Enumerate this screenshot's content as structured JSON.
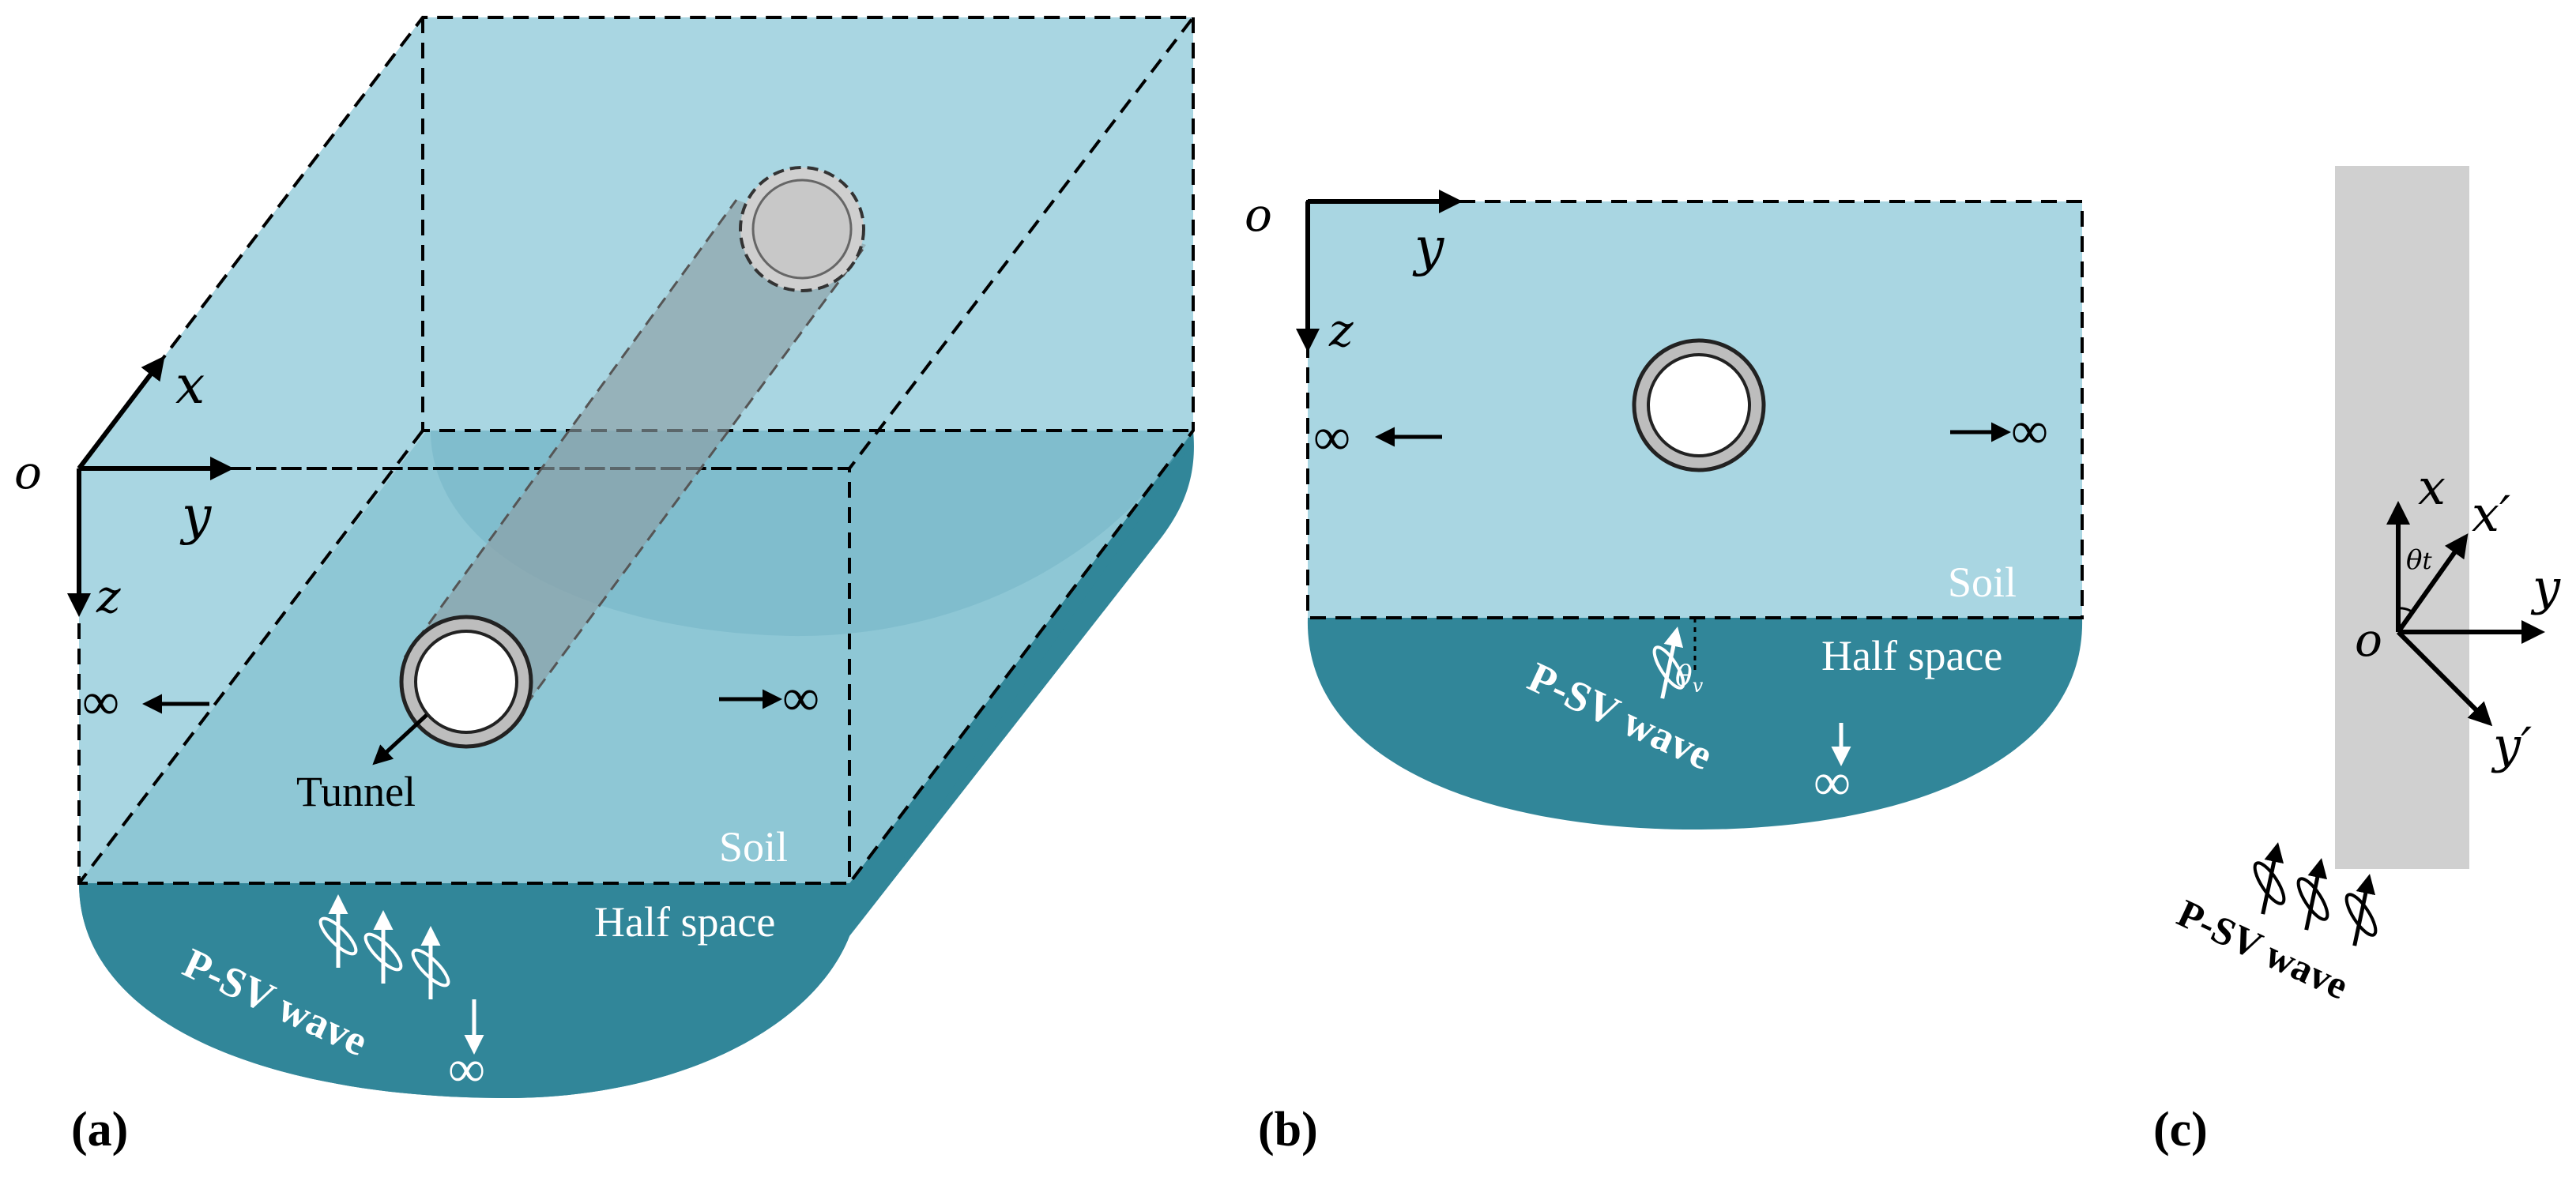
{
  "colors": {
    "soil": "#a9d6e2",
    "soil_dark": "#86c1d0",
    "half_space": "#318699",
    "tunnel_fill": "#c8c8c8",
    "structure": "#d0d0d0",
    "text_white": "#ffffff",
    "text_black": "#000000"
  },
  "panel_a": {
    "label": "(a)",
    "origin": "o",
    "axis_x": "x",
    "axis_y": "y",
    "axis_z": "z",
    "infinity_left": "∞",
    "infinity_right": "∞",
    "infinity_bottom": "∞",
    "tunnel_label": "Tunnel",
    "soil_label": "Soil",
    "half_space_label": "Half space",
    "wave_label": "P-SV wave"
  },
  "panel_b": {
    "label": "(b)",
    "origin": "o",
    "axis_y": "y",
    "axis_z": "z",
    "infinity_left": "∞",
    "infinity_right": "∞",
    "infinity_bottom": "∞",
    "soil_label": "Soil",
    "half_space_label": "Half space",
    "wave_label": "P-SV wave",
    "angle_label": "θ",
    "angle_sub": "v"
  },
  "panel_c": {
    "label": "(c)",
    "origin": "o",
    "axis_x": "x",
    "axis_x_prime": "x′",
    "axis_y": "y",
    "axis_y_prime": "y′",
    "angle_label": "θ",
    "angle_sub": "t",
    "wave_label": "P-SV wave"
  }
}
